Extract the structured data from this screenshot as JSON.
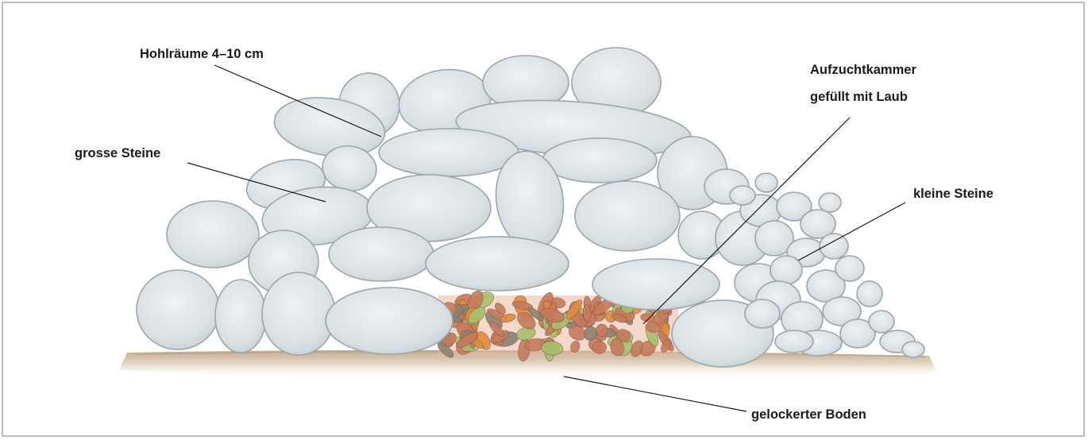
{
  "diagram": {
    "labels": {
      "holes": "Hohlräume 4–10 cm",
      "big_stones": "grosse Steine",
      "chamber_line1": "Aufzuchtkammer",
      "chamber_line2": "gefüllt mit Laub",
      "small_stones": "kleine Steine",
      "soil": "gelockerter Boden"
    },
    "colors": {
      "stone_fill": "#dde3e6",
      "stone_shade": "#c3ccd1",
      "stone_outline": "#9aa4aa",
      "leaf_red": "#c77a5c",
      "leaf_orange": "#e38b3c",
      "leaf_green": "#a8c06a",
      "leaf_dark": "#8a8173",
      "soil": "#cdb99e",
      "frame": "#b9bbbd"
    }
  }
}
